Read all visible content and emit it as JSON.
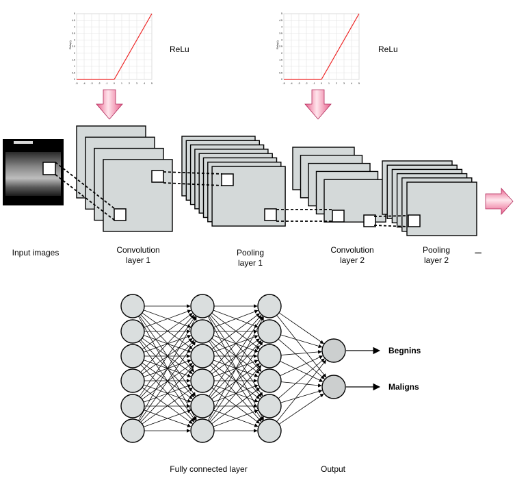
{
  "relu": {
    "label": "ReLu",
    "x_ticks": [
      "-5",
      "-4",
      "-3",
      "-2",
      "-1",
      "0",
      "1",
      "2",
      "3",
      "4",
      "5"
    ],
    "y_ticks": [
      "0",
      "0.5",
      "1",
      "1.5",
      "2",
      "2.5",
      "3",
      "3.5",
      "4",
      "4.5",
      "5"
    ],
    "ylabel": "Relu(x)",
    "line_color": "#ee2222"
  },
  "stages": [
    {
      "label_line1": "Input images",
      "label_line2": ""
    },
    {
      "label_line1": "Convolution",
      "label_line2": "layer 1"
    },
    {
      "label_line1": "Pooling",
      "label_line2": "layer 1"
    },
    {
      "label_line1": "Convolution",
      "label_line2": "layer 2"
    },
    {
      "label_line1": "Pooling",
      "label_line2": "layer 2"
    }
  ],
  "continuation": "----",
  "fc": {
    "layer_label": "Fully connected layer",
    "output_label": "Output",
    "classes": [
      "Begnins",
      "Maligns"
    ]
  },
  "colors": {
    "feature_map": "#d4d9d9",
    "node": "#dadede",
    "output_node": "#cccfcf",
    "arrow_pink_light": "#ffe8ee",
    "arrow_pink_dark": "#e04a7e",
    "relu_line": "#ee2222"
  }
}
